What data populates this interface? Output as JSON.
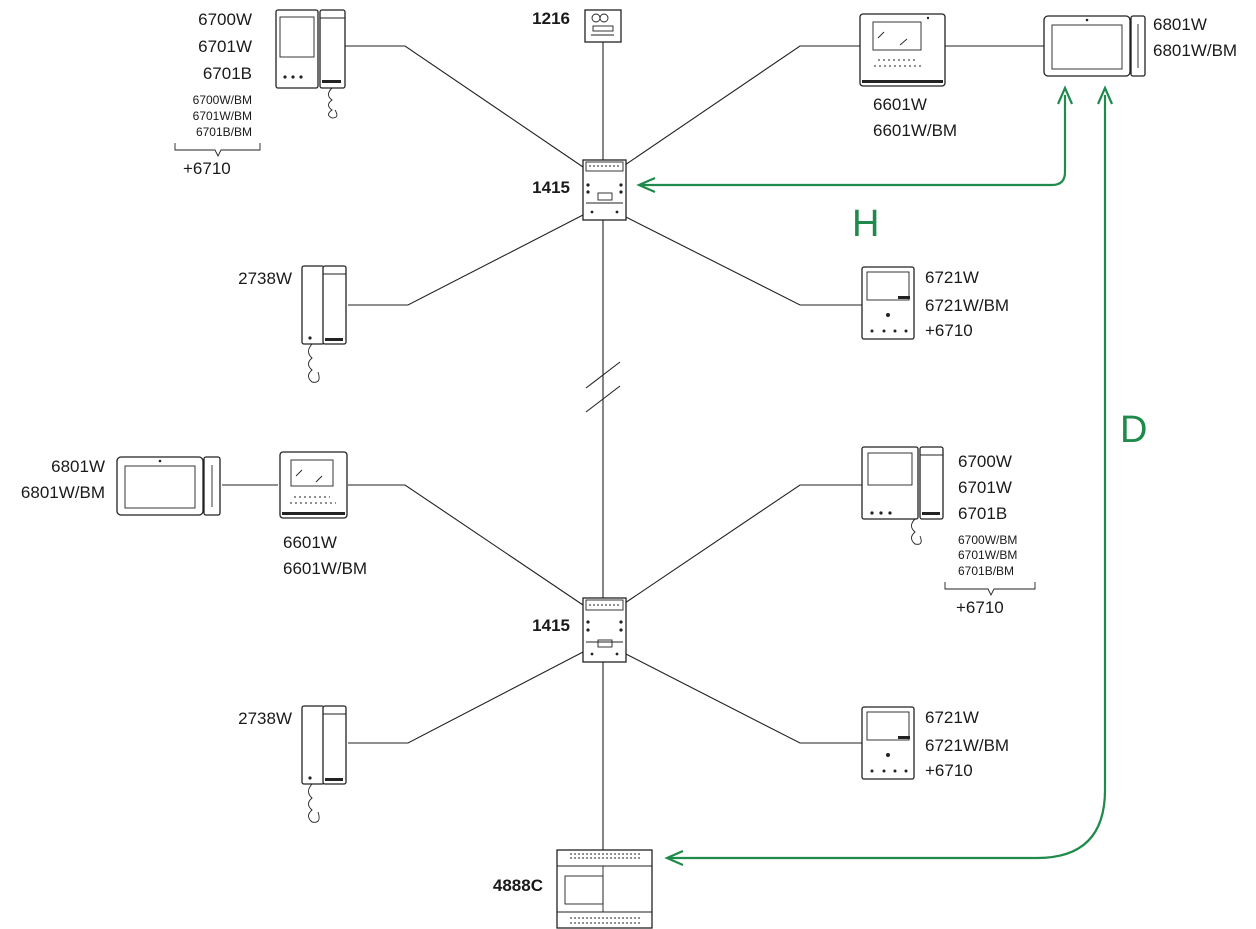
{
  "labels": {
    "top_left_monitor": [
      "6700W",
      "6701W",
      "6701B"
    ],
    "top_left_monitor_variants": [
      "6700W/BM",
      "6701W/BM",
      "6701B/BM"
    ],
    "top_left_monitor_addon": "+6710",
    "power_supply_top": "1216",
    "top_mid_monitor": [
      "6601W",
      "6601W/BM"
    ],
    "top_right_monitor": [
      "6801W",
      "6801W/BM"
    ],
    "distributor_top": "1415",
    "handset_top": "2738W",
    "compact_top": [
      "6721W",
      "6721W/BM",
      "+6710"
    ],
    "left_mid_monitor": [
      "6801W",
      "6801W/BM"
    ],
    "left_mid_second": [
      "6601W",
      "6601W/BM"
    ],
    "right_mid_monitor": [
      "6700W",
      "6701W",
      "6701B"
    ],
    "right_mid_monitor_variants": [
      "6700W/BM",
      "6701W/BM",
      "6701B/BM"
    ],
    "right_mid_monitor_addon": "+6710",
    "distributor_bottom": "1415",
    "handset_bottom": "2738W",
    "compact_bottom": [
      "6721W",
      "6721W/BM",
      "+6710"
    ],
    "controller": "4888C",
    "link_h": "H",
    "link_d": "D"
  },
  "colors": {
    "wire": "#222222",
    "link": "#1f8a4c"
  }
}
